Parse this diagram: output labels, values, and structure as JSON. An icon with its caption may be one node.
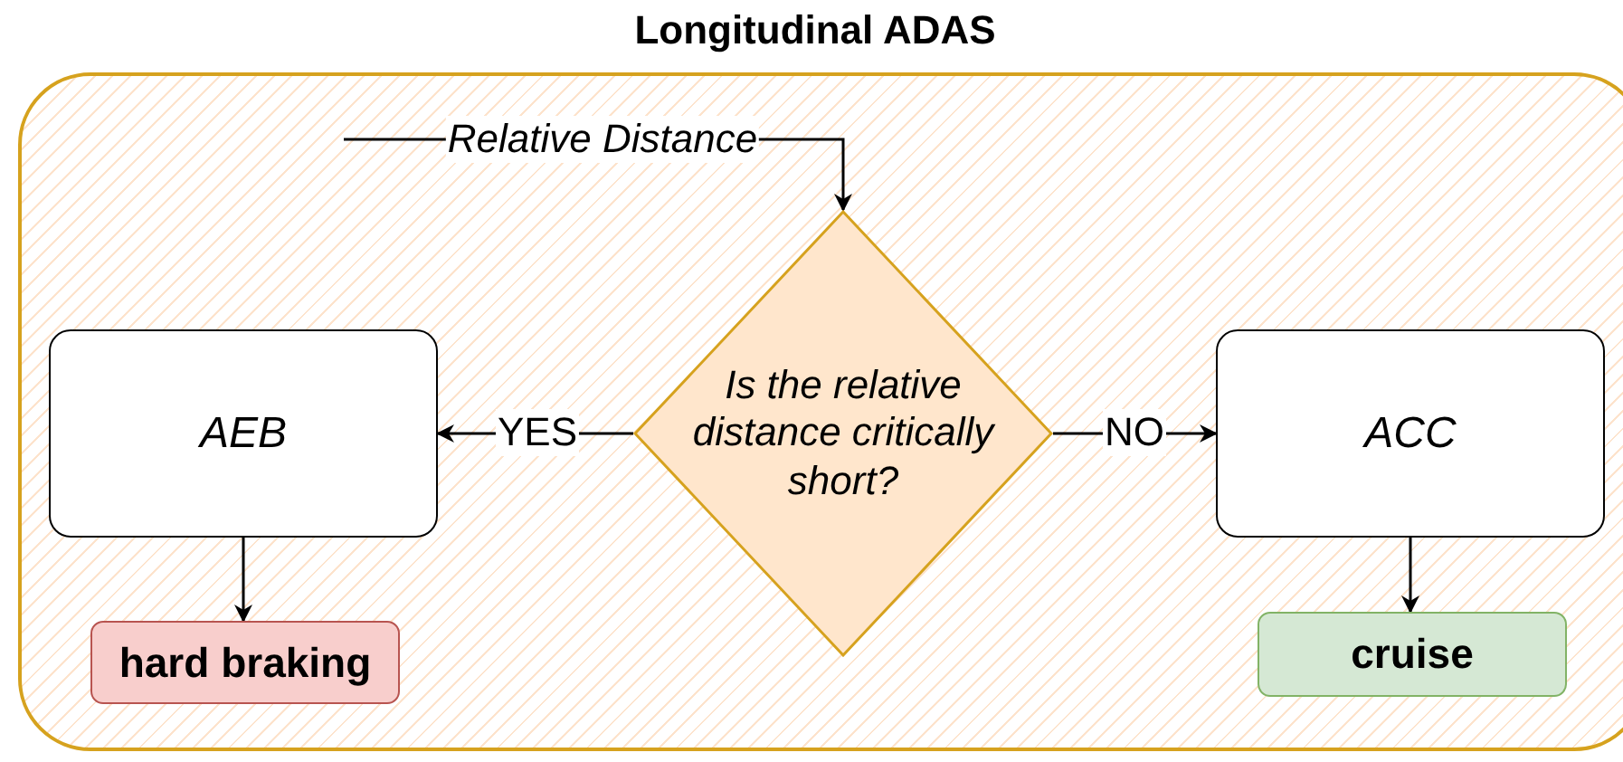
{
  "diagram": {
    "nodes": [
      {
        "text": [
          "Longitudinal ADAS"
        ]
      },
      {
        "text": [
          "Is the relative distance critically short?"
        ],
        "in": 0
      },
      {
        "text": [
          "AEB"
        ],
        "in": 0
      },
      {
        "text": [
          "ACC"
        ],
        "in": 0
      },
      {
        "text": [
          "hard braking"
        ],
        "in": 0
      },
      {
        "text": [
          "cruise"
        ],
        "in": 0
      }
    ],
    "edges": [
      {
        "from": null,
        "to": 1,
        "arrow": "to",
        "label": "Relative Distance"
      },
      {
        "from": 1,
        "to": 2,
        "arrow": "to",
        "label": "YES"
      },
      {
        "from": 1,
        "to": 3,
        "arrow": "to",
        "label": "NO"
      },
      {
        "from": 2,
        "to": 4,
        "arrow": "to"
      },
      {
        "from": 3,
        "to": 5,
        "arrow": "to"
      }
    ]
  }
}
